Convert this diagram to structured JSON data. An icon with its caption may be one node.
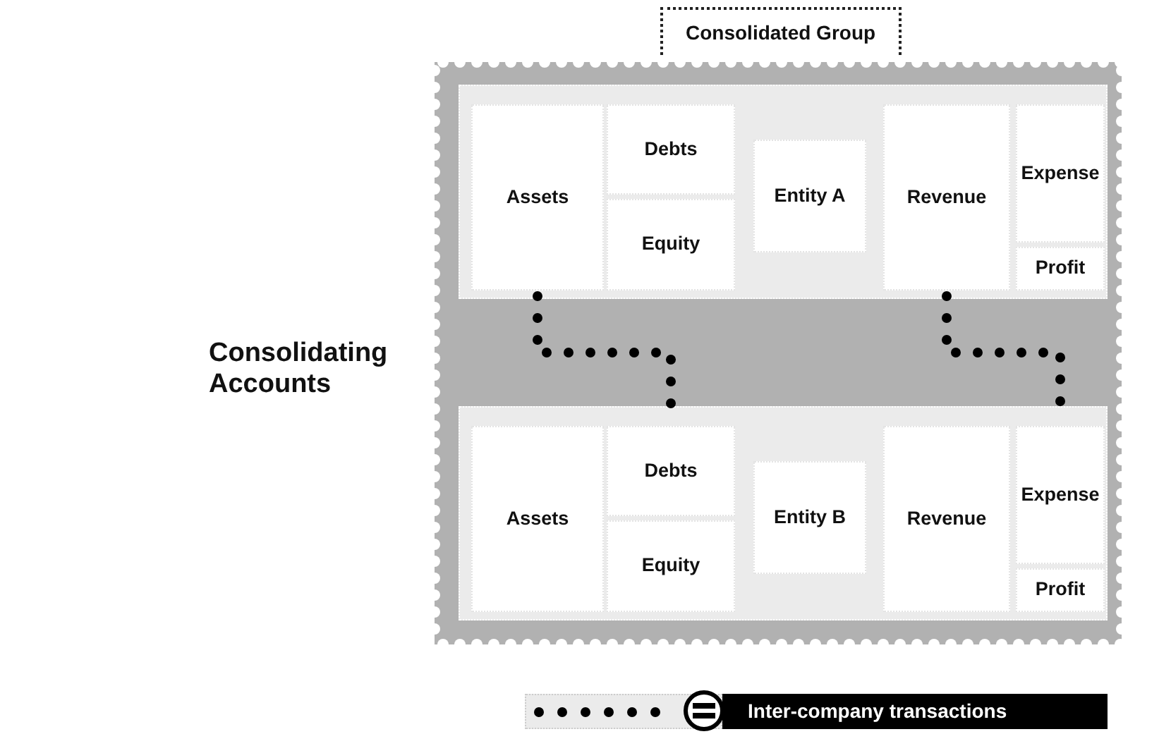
{
  "diagram": {
    "nodes": [
      {
        "text": [
          "Consolidated Group"
        ]
      },
      {
        "text": [],
        "shape": "box",
        "in": 0
      },
      {
        "text": [
          "Assets"
        ],
        "in": 1
      },
      {
        "text": [
          "Debts"
        ],
        "in": 1
      },
      {
        "text": [
          "Equity"
        ],
        "in": 1
      },
      {
        "text": [
          "Entity A"
        ],
        "in": 1
      },
      {
        "text": [
          "Revenue"
        ],
        "in": 1
      },
      {
        "text": [
          "Expense"
        ],
        "in": 1
      },
      {
        "text": [
          "Profit"
        ],
        "in": 1
      },
      {
        "text": [],
        "shape": "box",
        "in": 0
      },
      {
        "text": [
          "Assets"
        ],
        "in": 9
      },
      {
        "text": [
          "Debts"
        ],
        "in": 9
      },
      {
        "text": [
          "Equity"
        ],
        "in": 9
      },
      {
        "text": [
          "Entity B"
        ],
        "in": 9
      },
      {
        "text": [
          "Revenue"
        ],
        "in": 9
      },
      {
        "text": [
          "Expense"
        ],
        "in": 9
      },
      {
        "text": [
          "Profit"
        ],
        "in": 9
      }
    ],
    "edges": [
      {
        "from": 2,
        "to": 11,
        "arrow": "none"
      },
      {
        "from": 6,
        "to": 15,
        "arrow": "none"
      }
    ],
    "labels": [
      "Consolidating Accounts"
    ],
    "legend": [
      {
        "text": "Inter-company transactions"
      }
    ]
  }
}
